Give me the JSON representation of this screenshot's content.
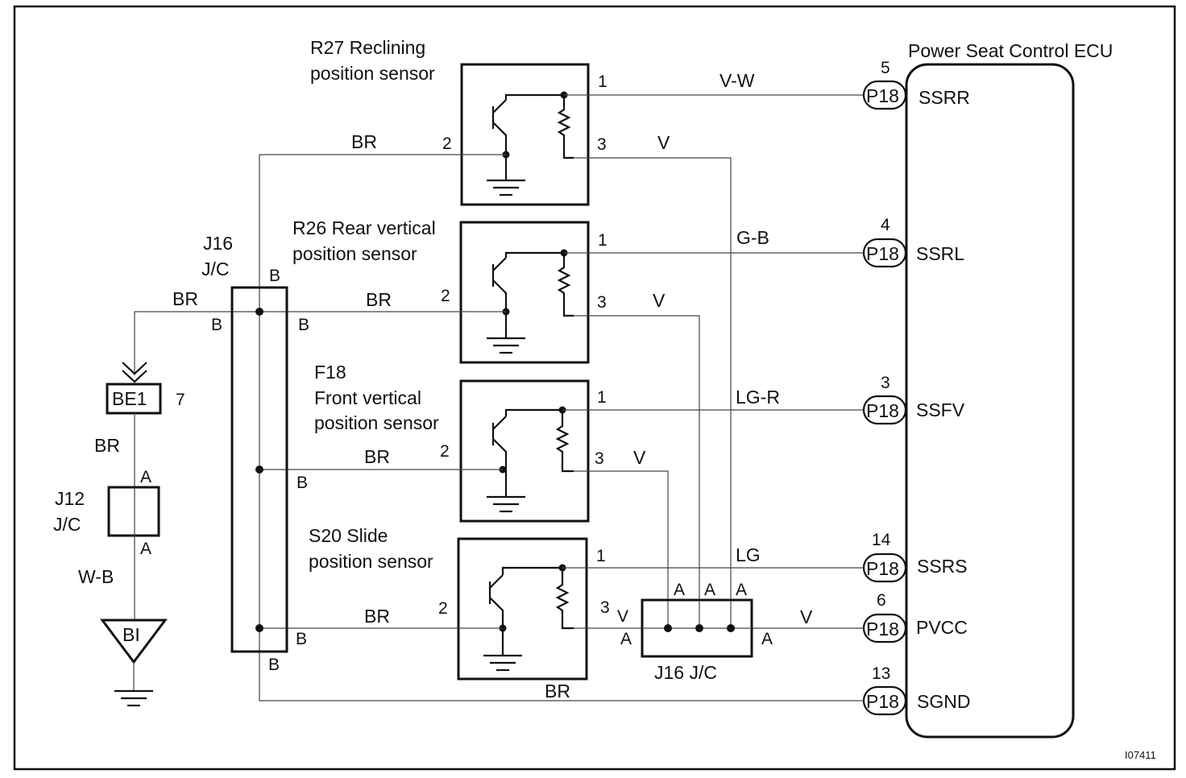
{
  "ecu": {
    "title": "Power Seat Control ECU",
    "connector": "P18",
    "terminals": [
      {
        "pin": "5",
        "name": "SSRR",
        "wire": "V-W"
      },
      {
        "pin": "4",
        "name": "SSRL",
        "wire": "G-B"
      },
      {
        "pin": "3",
        "name": "SSFV",
        "wire": "LG-R"
      },
      {
        "pin": "14",
        "name": "SSRS",
        "wire": "LG"
      },
      {
        "pin": "6",
        "name": "PVCC",
        "wire": "V"
      },
      {
        "pin": "13",
        "name": "SGND",
        "wire": "BR"
      }
    ]
  },
  "sensors": [
    {
      "line1": "R27 Reclining",
      "line2": "position sensor",
      "pin1": "1",
      "pin2": "2",
      "pin3": "3",
      "gnd_wire": "BR",
      "vcc_wire": "V"
    },
    {
      "line1": "R26 Rear vertical",
      "line2": "position sensor",
      "pin1": "1",
      "pin2": "2",
      "pin3": "3",
      "gnd_wire": "BR",
      "vcc_wire": "V"
    },
    {
      "line0": "F18",
      "line1": "Front vertical",
      "line2": "position sensor",
      "pin1": "1",
      "pin2": "2",
      "pin3": "3",
      "gnd_wire": "BR",
      "vcc_wire": "V"
    },
    {
      "line1": "S20 Slide",
      "line2": "position sensor",
      "pin1": "1",
      "pin2": "2",
      "pin3": "3",
      "gnd_wire": "BR",
      "vcc_wire": "V"
    }
  ],
  "jc_ground": {
    "name": "J16",
    "type": "J/C",
    "pin_b": "B",
    "in_wire": "BR",
    "out_wire": "BR"
  },
  "jc_vcc": {
    "label": "J16 J/C",
    "pin_a": "A",
    "wire": "V"
  },
  "ground_path": {
    "connector": "BE1",
    "connector_pin": "7",
    "wire1": "BR",
    "jc_name": "J12",
    "jc_type": "J/C",
    "jc_pin": "A",
    "wire2": "W-B",
    "ground_point": "BI"
  },
  "figure_id": "I07411"
}
